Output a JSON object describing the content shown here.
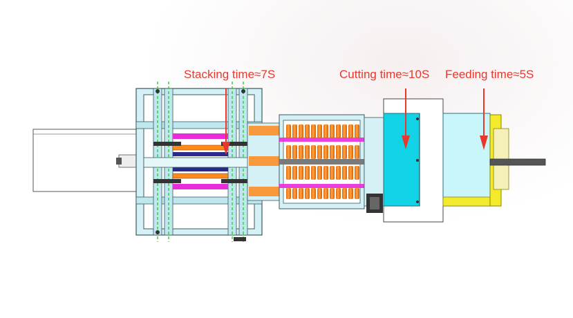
{
  "annotations": {
    "stacking": "Stacking time≈7S",
    "cutting": "Cutting time≈10S",
    "feeding": "Feeding time≈5S"
  },
  "colors": {
    "frame": "#bfe7ee",
    "frame_stroke": "#3a5a60",
    "cyan_block": "#12d3e6",
    "light_cyan": "#c9f6fb",
    "orange_roll": "#ff8a1c",
    "magenta_bar": "#e92bd8",
    "yellow_rail": "#f2ea2a",
    "arrow_red": "#e8382d"
  }
}
